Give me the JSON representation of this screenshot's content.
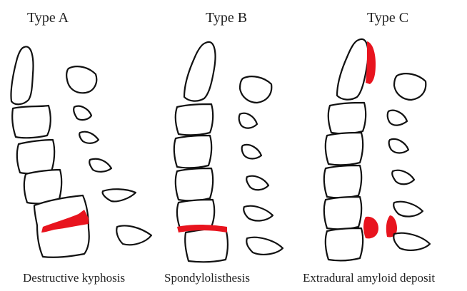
{
  "colors": {
    "outline": "#111111",
    "lesion": "#e8141e",
    "background": "#ffffff"
  },
  "panels": [
    {
      "id": "A",
      "title": "Type A",
      "caption": "Destructive kyphosis"
    },
    {
      "id": "B",
      "title": "Type B",
      "caption": "Spondylolisthesis"
    },
    {
      "id": "C",
      "title": "Type C",
      "caption": "Extradural amyloid deposit"
    }
  ]
}
